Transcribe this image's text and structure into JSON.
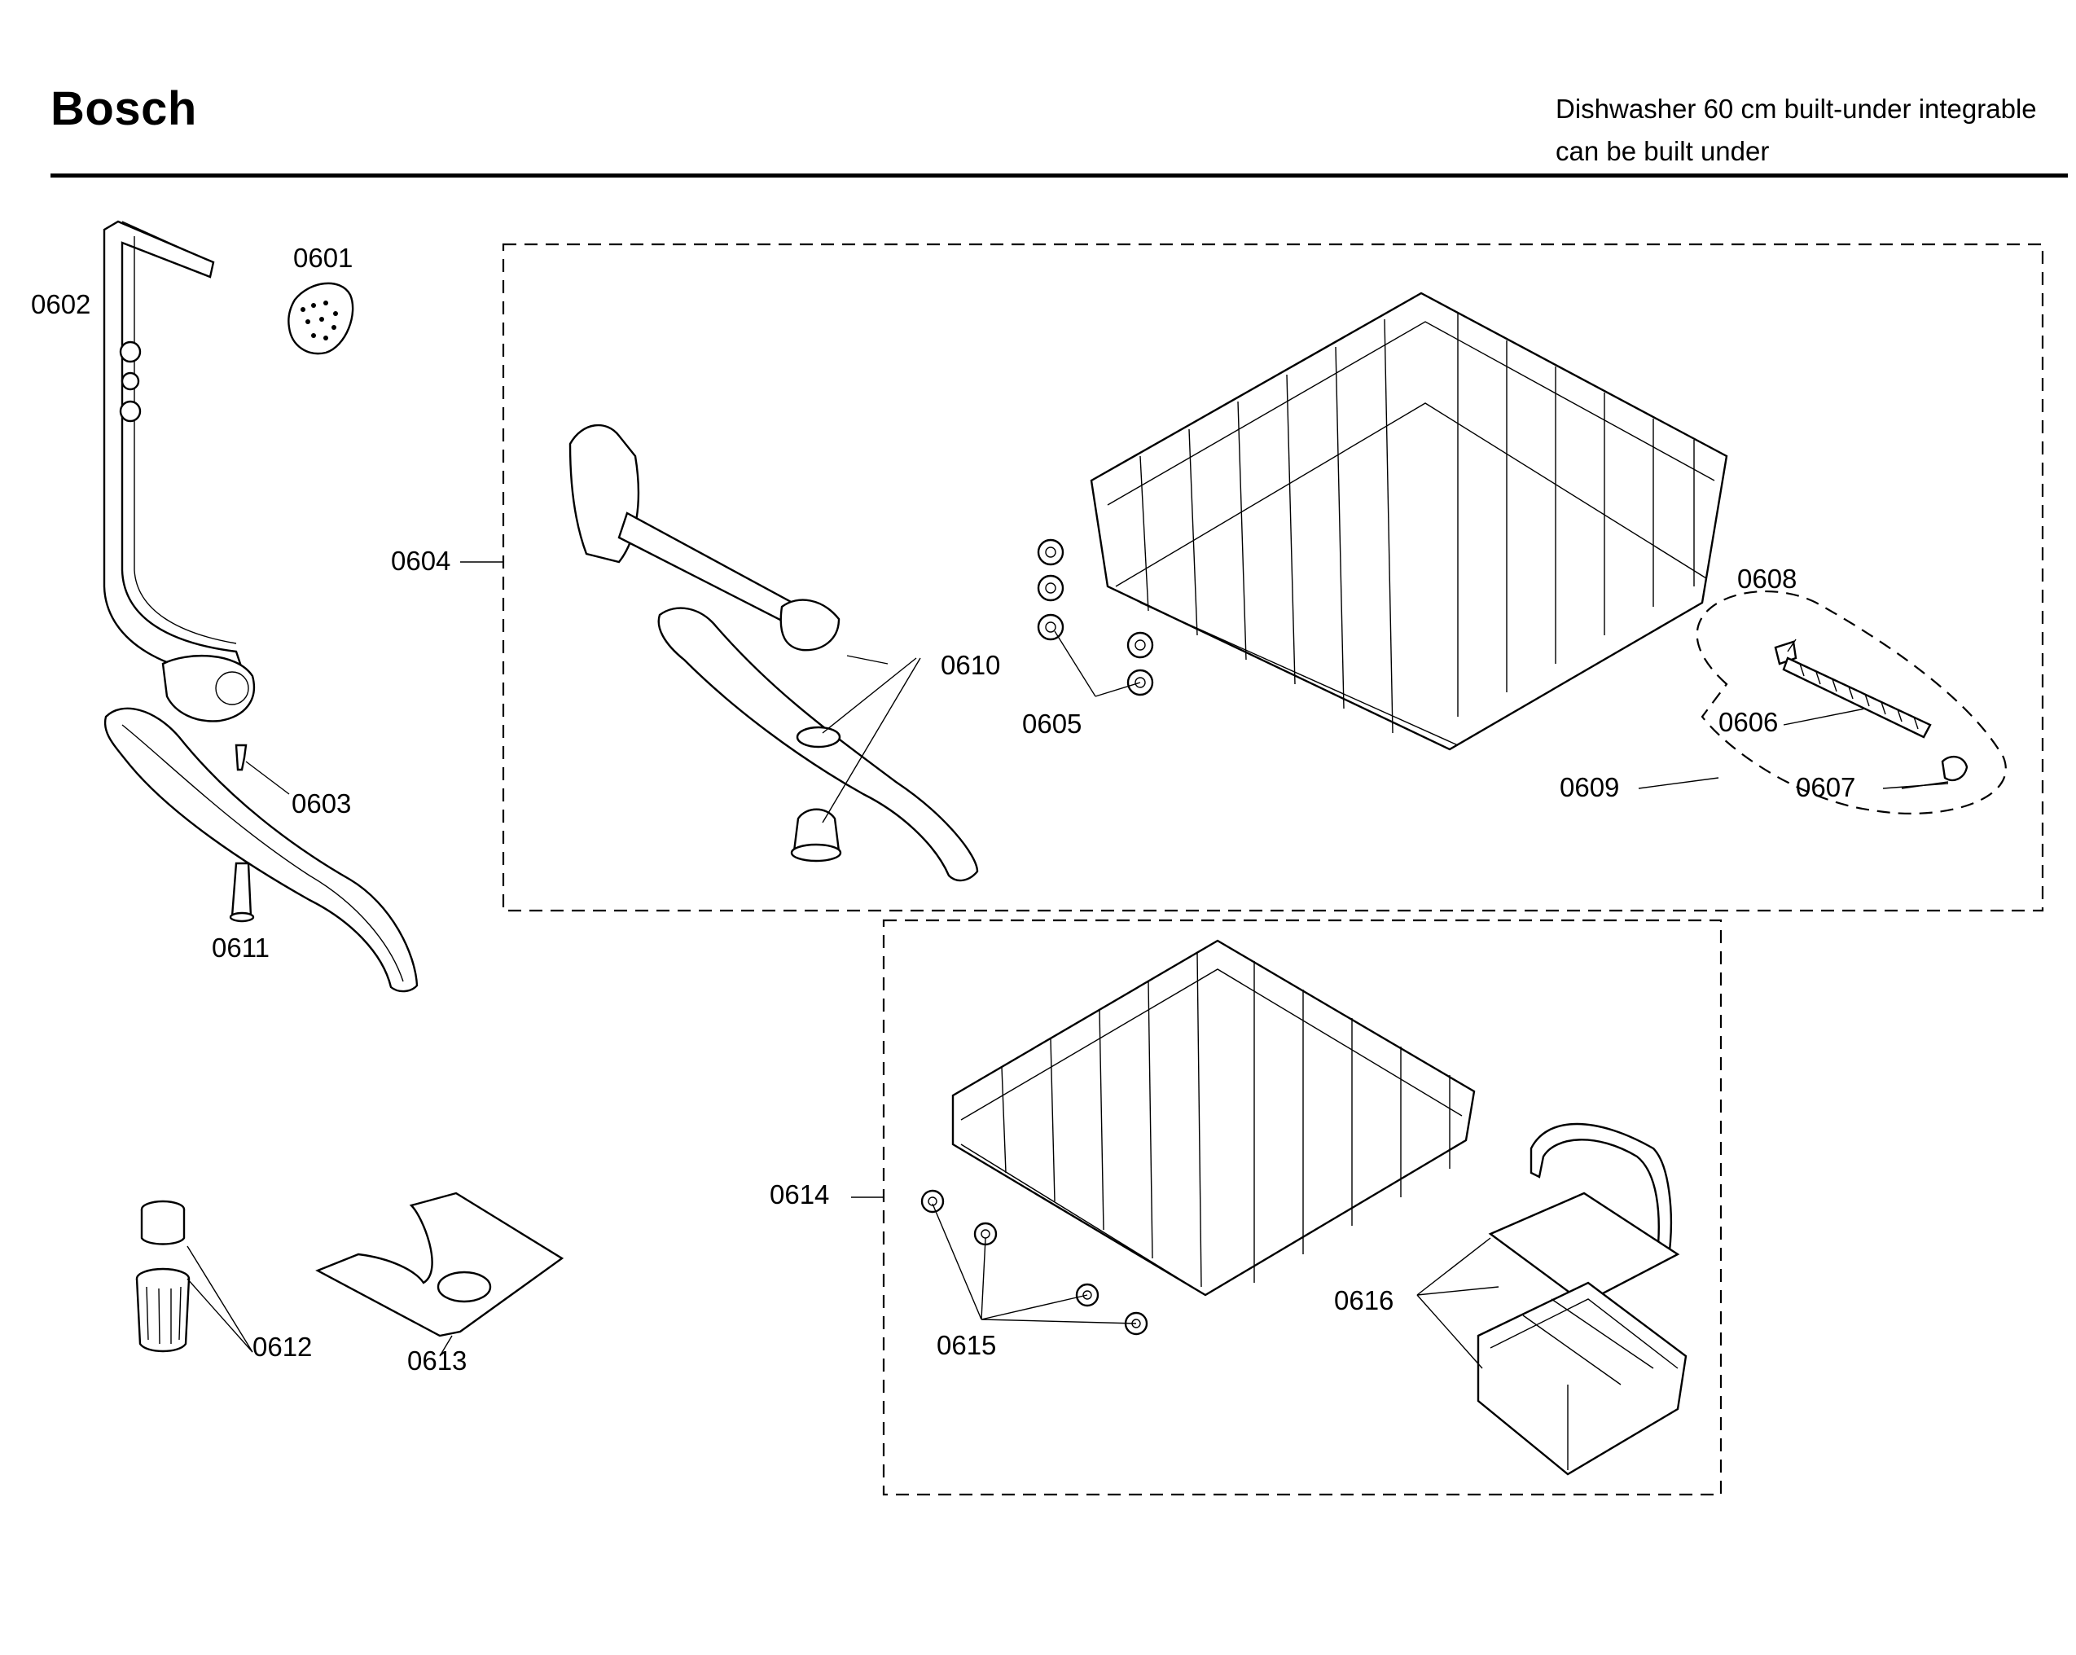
{
  "header": {
    "brand": "Bosch",
    "subtitle_line1": "Dishwasher 60 cm built-under integrable",
    "subtitle_line2": "can be built under"
  },
  "part_labels": {
    "p0601": "0601",
    "p0602": "0602",
    "p0603": "0603",
    "p0604": "0604",
    "p0605": "0605",
    "p0606": "0606",
    "p0607": "0607",
    "p0608": "0608",
    "p0609": "0609",
    "p0610": "0610",
    "p0611": "0611",
    "p0612": "0612",
    "p0613": "0613",
    "p0614": "0614",
    "p0615": "0615",
    "p0616": "0616"
  },
  "colors": {
    "ink": "#000000",
    "paper": "#ffffff"
  }
}
